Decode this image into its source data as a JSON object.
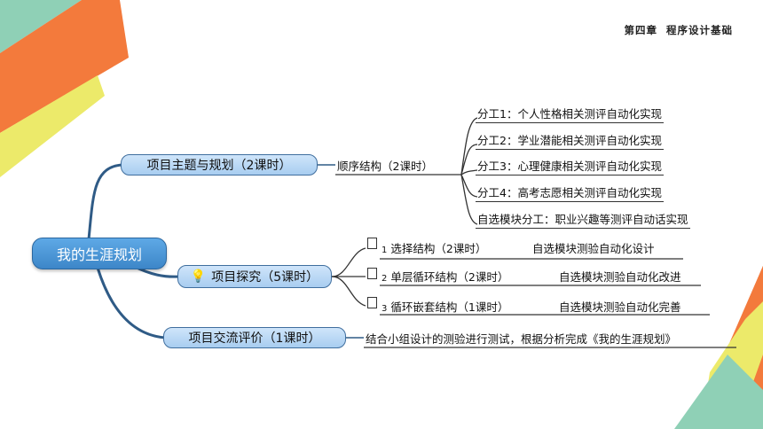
{
  "header": {
    "chapter": "第四章",
    "title": "程序设计基础"
  },
  "root": {
    "label": "我的生涯规划"
  },
  "branches": [
    {
      "label": "项目主题与规划（2课时）",
      "child": {
        "label": "顺序结构（2课时）",
        "subs": [
          "分工1：个人性格相关测评自动化实现",
          "分工2：学业潜能相关测评自动化实现",
          "分工3：心理健康相关测评自动化实现",
          "分工4：高考志愿相关测评自动化实现",
          "自选模块分工：职业兴趣等测评自动话实现"
        ]
      }
    },
    {
      "label": "项目探究（5课时）",
      "items": [
        {
          "num": "1",
          "label": "选择结构（2课时）",
          "task": "自选模块测验自动化设计"
        },
        {
          "num": "2",
          "label": "单层循环结构（2课时）",
          "task": "自选模块测验自动化改进"
        },
        {
          "num": "3",
          "label": "循环嵌套结构（1课时）",
          "task": "自选模块测验自动化完善"
        }
      ]
    },
    {
      "label": "项目交流评价（1课时）",
      "task": "结合小组设计的测验进行测试，根据分析完成《我的生涯规划》"
    }
  ],
  "colors": {
    "teal": "#8fd0b6",
    "orange": "#f37a3c",
    "yellow": "#ecea6a",
    "node_blue": "#a8cdf0"
  }
}
